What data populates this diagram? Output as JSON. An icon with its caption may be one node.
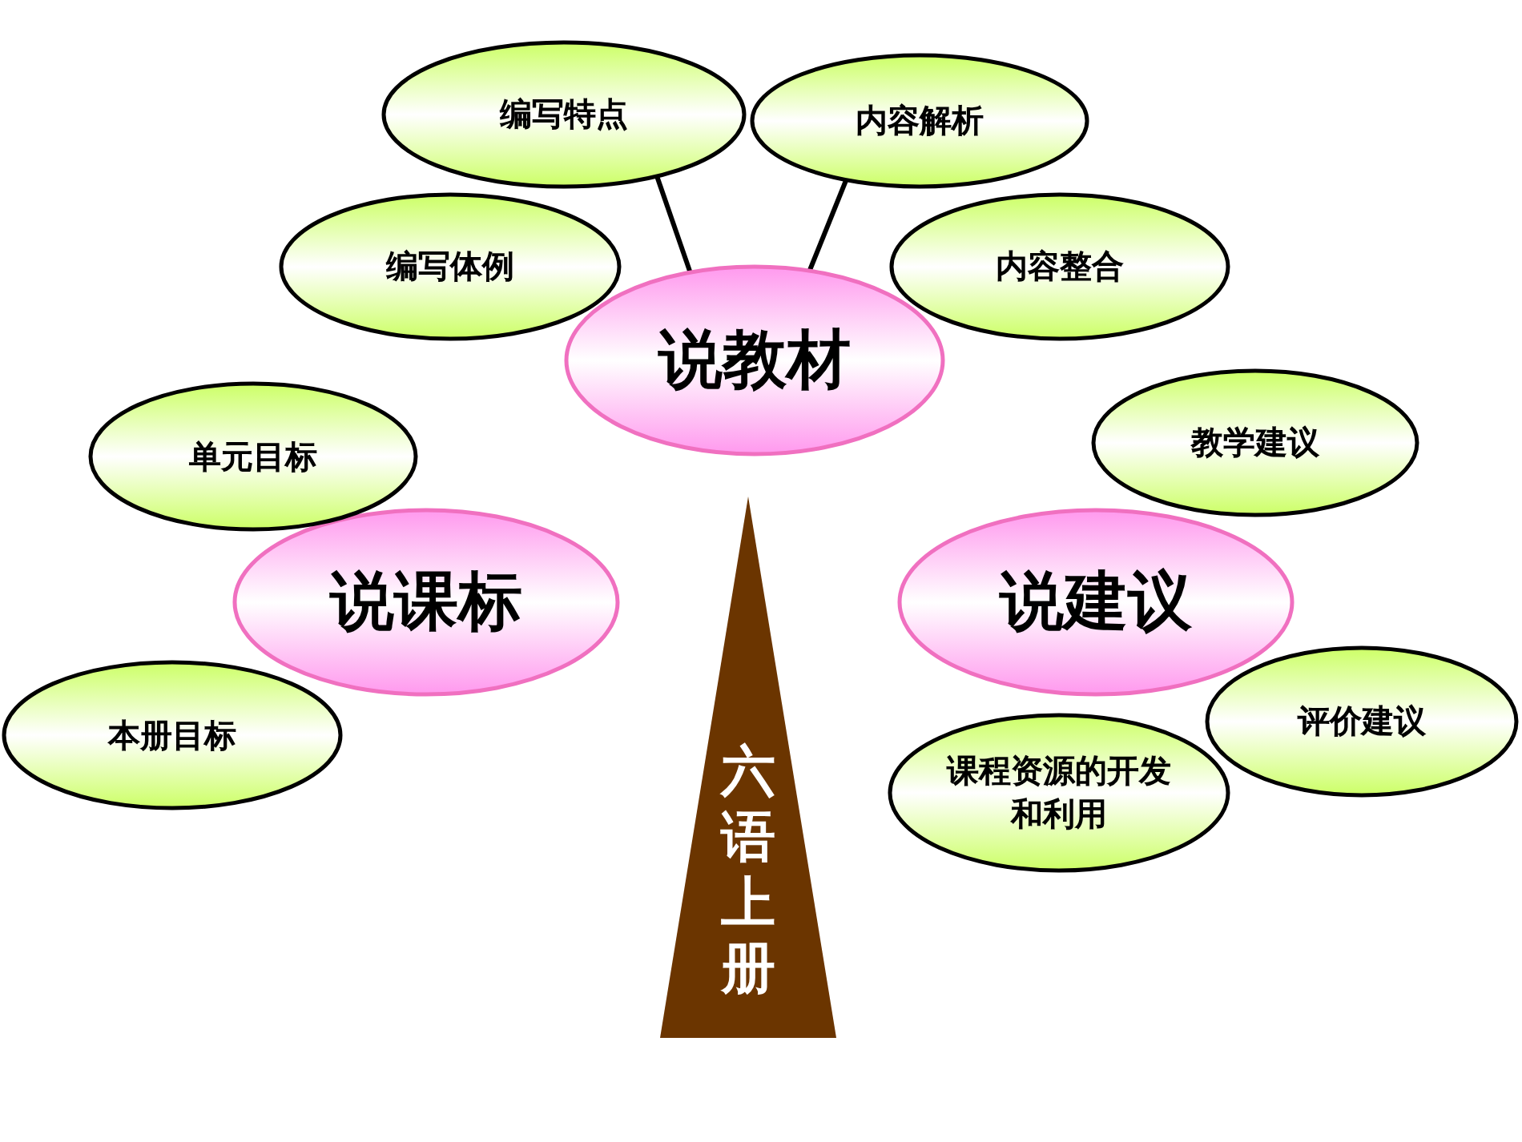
{
  "diagram": {
    "nodes": [
      {
        "text": [
          "编写特点"
        ]
      },
      {
        "text": [
          "内容解析"
        ]
      },
      {
        "text": [
          "编写体例"
        ]
      },
      {
        "text": [
          "内容整合"
        ]
      },
      {
        "text": [
          "说教材"
        ]
      },
      {
        "text": [
          "教学建议"
        ]
      },
      {
        "text": [
          "单元目标"
        ]
      },
      {
        "text": [
          "说课标"
        ]
      },
      {
        "text": [
          "说建议"
        ]
      },
      {
        "text": [
          "评价建议"
        ]
      },
      {
        "text": [
          "本册目标"
        ]
      },
      {
        "text": [
          "课程资源的开发和利用"
        ]
      },
      {
        "text": [
          "六语上册"
        ]
      }
    ],
    "edges": [
      {
        "from": 0,
        "to": 4,
        "arrow": "none"
      },
      {
        "from": 1,
        "to": 4,
        "arrow": "none"
      }
    ]
  }
}
